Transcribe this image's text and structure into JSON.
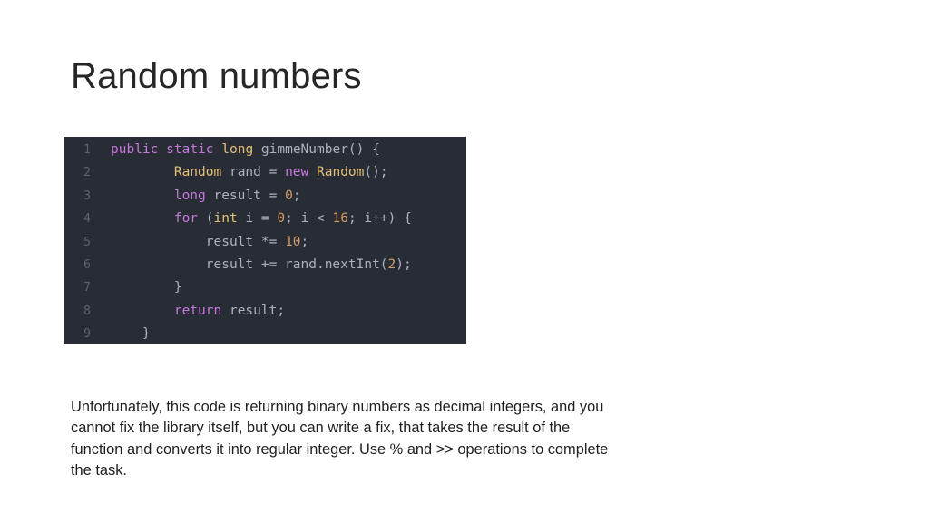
{
  "slide": {
    "title": "Random numbers",
    "body_lines": [
      "Unfortunately, this code is returning binary numbers as decimal integers, and you",
      "cannot fix the library itself, but you can write a fix, that takes the result of the",
      "function and converts it into regular integer. Use % and >> operations to complete",
      "the task."
    ]
  },
  "code": {
    "lines": [
      {
        "num": "1",
        "tokens": [
          {
            "t": "public",
            "c": "kw"
          },
          {
            "t": " ",
            "c": "pl"
          },
          {
            "t": "static",
            "c": "kw"
          },
          {
            "t": " ",
            "c": "pl"
          },
          {
            "t": "long",
            "c": "ty"
          },
          {
            "t": " gimmeNumber() {",
            "c": "pl"
          }
        ]
      },
      {
        "num": "2",
        "tokens": [
          {
            "t": "        ",
            "c": "pl"
          },
          {
            "t": "Random",
            "c": "ty"
          },
          {
            "t": " rand = ",
            "c": "pl"
          },
          {
            "t": "new",
            "c": "kw"
          },
          {
            "t": " ",
            "c": "pl"
          },
          {
            "t": "Random",
            "c": "ty"
          },
          {
            "t": "();",
            "c": "pl"
          }
        ]
      },
      {
        "num": "3",
        "tokens": [
          {
            "t": "        ",
            "c": "pl"
          },
          {
            "t": "long",
            "c": "kw"
          },
          {
            "t": " result = ",
            "c": "pl"
          },
          {
            "t": "0",
            "c": "nu"
          },
          {
            "t": ";",
            "c": "pl"
          }
        ]
      },
      {
        "num": "4",
        "tokens": [
          {
            "t": "        ",
            "c": "pl"
          },
          {
            "t": "for",
            "c": "kw"
          },
          {
            "t": " (",
            "c": "pl"
          },
          {
            "t": "int",
            "c": "ty"
          },
          {
            "t": " i = ",
            "c": "pl"
          },
          {
            "t": "0",
            "c": "nu"
          },
          {
            "t": "; i < ",
            "c": "pl"
          },
          {
            "t": "16",
            "c": "nu"
          },
          {
            "t": "; i++) {",
            "c": "pl"
          }
        ]
      },
      {
        "num": "5",
        "tokens": [
          {
            "t": "            result *= ",
            "c": "pl"
          },
          {
            "t": "10",
            "c": "nu"
          },
          {
            "t": ";",
            "c": "pl"
          }
        ]
      },
      {
        "num": "6",
        "tokens": [
          {
            "t": "            result += rand.nextInt(",
            "c": "pl"
          },
          {
            "t": "2",
            "c": "nu"
          },
          {
            "t": ");",
            "c": "pl"
          }
        ]
      },
      {
        "num": "7",
        "tokens": [
          {
            "t": "        }",
            "c": "pl"
          }
        ]
      },
      {
        "num": "8",
        "tokens": [
          {
            "t": "        ",
            "c": "pl"
          },
          {
            "t": "return",
            "c": "kw"
          },
          {
            "t": " result;",
            "c": "pl"
          }
        ]
      },
      {
        "num": "9",
        "tokens": [
          {
            "t": "    }",
            "c": "pl"
          }
        ]
      }
    ],
    "colors": {
      "background": "#282c34",
      "line_number": "#5c6370",
      "kw": "#c678dd",
      "ty": "#e5c07b",
      "nu": "#d19a66",
      "pl": "#abb2bf"
    }
  }
}
